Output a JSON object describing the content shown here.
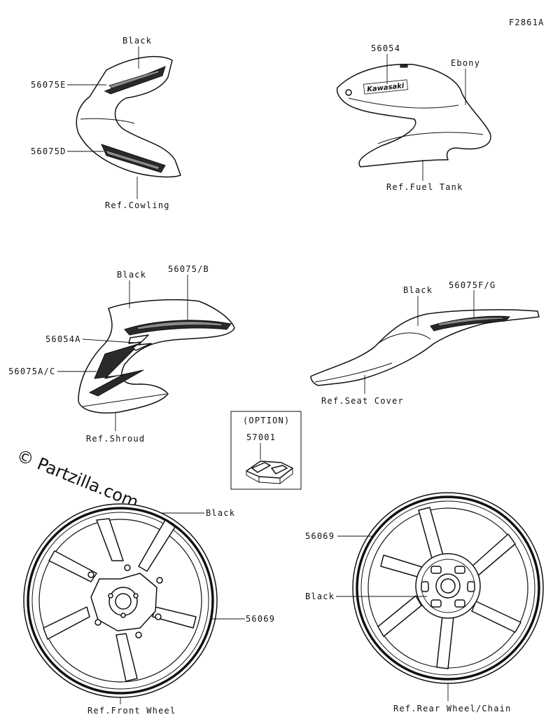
{
  "figure_code": "F2861A",
  "watermark": "© Partzilla.com",
  "groups": {
    "cowling": {
      "labels": {
        "color": "Black",
        "upper": "56075E",
        "lower": "56075D",
        "ref": "Ref.Cowling"
      }
    },
    "fuel_tank": {
      "labels": {
        "part": "56054",
        "color": "Ebony",
        "ref": "Ref.Fuel Tank"
      },
      "logo_text": "Kawasaki"
    },
    "shroud": {
      "labels": {
        "color": "Black",
        "upper": "56075/B",
        "emblem": "56054A",
        "lower": "56075A/C",
        "ref": "Ref.Shroud"
      }
    },
    "seat_cover": {
      "labels": {
        "color": "Black",
        "part": "56075F/G",
        "ref": "Ref.Seat Cover"
      }
    },
    "option": {
      "labels": {
        "title": "(OPTION)",
        "part": "57001"
      }
    },
    "front_wheel": {
      "labels": {
        "color": "Black",
        "part": "56069",
        "ref": "Ref.Front Wheel"
      }
    },
    "rear_wheel": {
      "labels": {
        "part": "56069",
        "color": "Black",
        "ref": "Ref.Rear Wheel/Chain"
      }
    }
  }
}
